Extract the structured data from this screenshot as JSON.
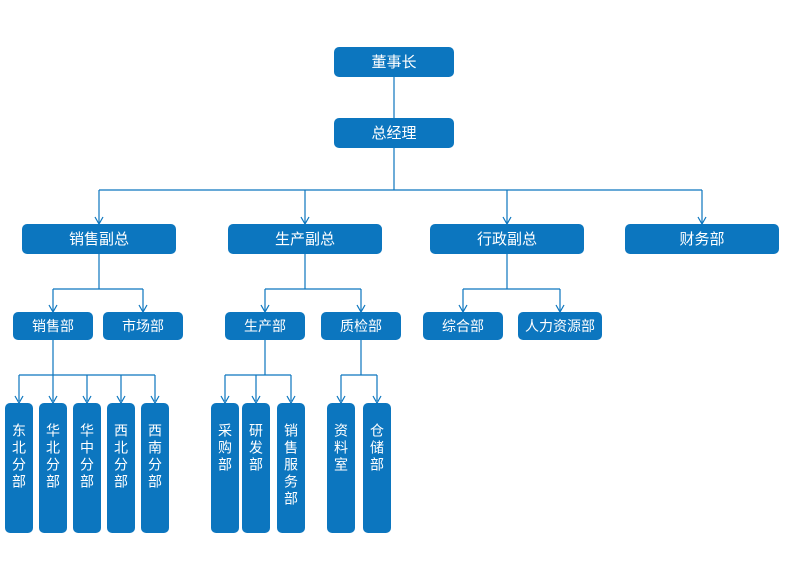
{
  "colors": {
    "node_fill": "#0c76bf",
    "node_text": "#ffffff",
    "connector": "#0c76bf"
  },
  "nodes": {
    "chairman": {
      "label": "董事长"
    },
    "general_manager": {
      "label": "总经理"
    },
    "sales_vp": {
      "label": "销售副总"
    },
    "production_vp": {
      "label": "生产副总"
    },
    "admin_vp": {
      "label": "行政副总"
    },
    "finance_dept": {
      "label": "财务部"
    },
    "sales_dept": {
      "label": "销售部"
    },
    "marketing_dept": {
      "label": "市场部"
    },
    "production_dept": {
      "label": "生产部"
    },
    "quality_dept": {
      "label": "质检部"
    },
    "general_affairs_dept": {
      "label": "综合部"
    },
    "hr_dept": {
      "label": "人力资源部"
    },
    "northeast_branch": {
      "label": "东北分部"
    },
    "north_china_branch": {
      "label": "华北分部"
    },
    "central_china_branch": {
      "label": "华中分部"
    },
    "northwest_branch": {
      "label": "西北分部"
    },
    "southwest_branch": {
      "label": "西南分部"
    },
    "purchasing_dept": {
      "label": "采购部"
    },
    "rd_dept": {
      "label": "研发部"
    },
    "sales_service_dept": {
      "label": "销售服务部"
    },
    "archives_room": {
      "label": "资料室"
    },
    "warehouse_dept": {
      "label": "仓储部"
    }
  },
  "edges": [
    {
      "from": "chairman",
      "to": "general_manager"
    },
    {
      "from": "general_manager",
      "to": "sales_vp"
    },
    {
      "from": "general_manager",
      "to": "production_vp"
    },
    {
      "from": "general_manager",
      "to": "admin_vp"
    },
    {
      "from": "general_manager",
      "to": "finance_dept"
    },
    {
      "from": "sales_vp",
      "to": "sales_dept"
    },
    {
      "from": "sales_vp",
      "to": "marketing_dept"
    },
    {
      "from": "production_vp",
      "to": "production_dept"
    },
    {
      "from": "production_vp",
      "to": "quality_dept"
    },
    {
      "from": "admin_vp",
      "to": "general_affairs_dept"
    },
    {
      "from": "admin_vp",
      "to": "hr_dept"
    },
    {
      "from": "sales_dept",
      "to": "northeast_branch"
    },
    {
      "from": "sales_dept",
      "to": "north_china_branch"
    },
    {
      "from": "sales_dept",
      "to": "central_china_branch"
    },
    {
      "from": "sales_dept",
      "to": "northwest_branch"
    },
    {
      "from": "sales_dept",
      "to": "southwest_branch"
    },
    {
      "from": "production_dept",
      "to": "purchasing_dept"
    },
    {
      "from": "production_dept",
      "to": "rd_dept"
    },
    {
      "from": "production_dept",
      "to": "sales_service_dept"
    },
    {
      "from": "quality_dept",
      "to": "archives_room"
    },
    {
      "from": "quality_dept",
      "to": "warehouse_dept"
    }
  ]
}
